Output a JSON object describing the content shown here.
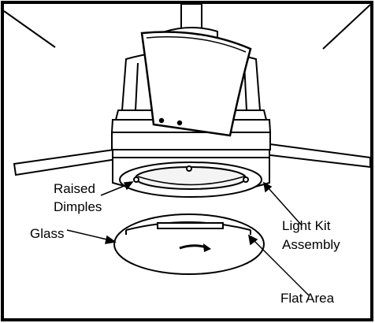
{
  "labels": {
    "raised_dimples_line1": "Raised",
    "raised_dimples_line2": "Dimples",
    "glass": "Glass",
    "light_kit_line1": "Light Kit",
    "light_kit_line2": "Assembly",
    "flat_area": "Flat Area"
  },
  "colors": {
    "line": "#000000",
    "border": "#000000",
    "fill": "#ffffff",
    "canopy_shade": "#e8e8e8"
  }
}
